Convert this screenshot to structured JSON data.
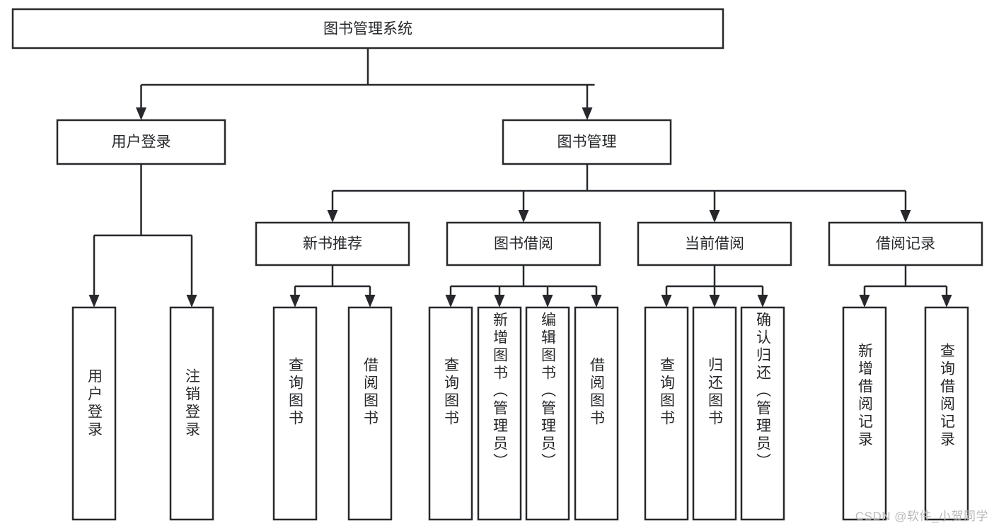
{
  "diagram": {
    "title": "图书管理系统",
    "type": "tree",
    "orientation": "top-down",
    "colors": {
      "box_stroke": "#26282b",
      "box_fill": "#ffffff",
      "connector": "#26282b",
      "background": "#ffffff",
      "watermark": "#b9b9b9"
    },
    "root": {
      "label": "图书管理系统"
    },
    "level2": [
      {
        "label": "用户登录"
      },
      {
        "label": "图书管理"
      }
    ],
    "level3": [
      {
        "label": "新书推荐"
      },
      {
        "label": "图书借阅"
      },
      {
        "label": "当前借阅"
      },
      {
        "label": "借阅记录"
      }
    ],
    "leaves": {
      "user_login": [
        {
          "label": "用户登录"
        },
        {
          "label": "注销登录"
        }
      ],
      "new_book_recommend": [
        {
          "label": "查询图书"
        },
        {
          "label": "借阅图书"
        }
      ],
      "book_borrow": [
        {
          "label": "查询图书"
        },
        {
          "label": "新增图书（管理员）"
        },
        {
          "label": "编辑图书（管理员）"
        },
        {
          "label": "借阅图书"
        }
      ],
      "current_borrow": [
        {
          "label": "查询图书"
        },
        {
          "label": "归还图书"
        },
        {
          "label": "确认归还（管理员）"
        }
      ],
      "borrow_record": [
        {
          "label": "新增借阅记录"
        },
        {
          "label": "查询借阅记录"
        }
      ]
    }
  },
  "watermark": {
    "text": "CSDN @软件_小贺同学"
  }
}
